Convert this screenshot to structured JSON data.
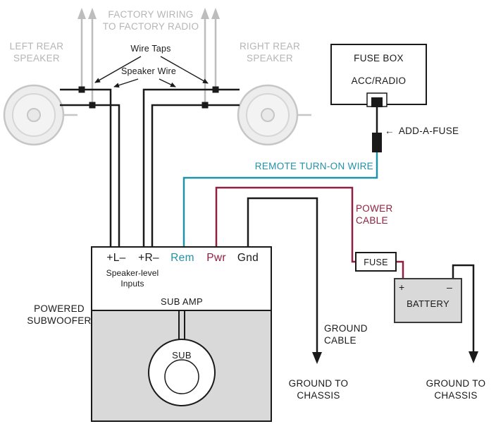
{
  "colors": {
    "factory_gray": "#b5b5b5",
    "wire_black": "#1a1a1a",
    "remote_teal": "#2192a8",
    "power_maroon": "#8e2041",
    "enclosure_gray": "#d9d9d9"
  },
  "factory": {
    "line1": "FACTORY WIRING",
    "line2": "TO FACTORY RADIO"
  },
  "speakers": {
    "left": {
      "line1": "LEFT REAR",
      "line2": "SPEAKER"
    },
    "right": {
      "line1": "RIGHT REAR",
      "line2": "SPEAKER"
    }
  },
  "callouts": {
    "wire_taps": "Wire Taps",
    "speaker_wire": "Speaker Wire",
    "add_a_fuse": "ADD-A-FUSE",
    "remote_turn_on": "REMOTE TURN-ON WIRE",
    "power_cable": {
      "line1": "POWER",
      "line2": "CABLE"
    },
    "ground_cable": {
      "line1": "GROUND",
      "line2": "CABLE"
    },
    "ground_chassis_amp": {
      "line1": "GROUND TO",
      "line2": "CHASSIS"
    },
    "ground_chassis_battery": {
      "line1": "GROUND TO",
      "line2": "CHASSIS"
    },
    "powered_subwoofer": {
      "line1": "POWERED",
      "line2": "SUBWOOFER"
    }
  },
  "fuse_box": {
    "title": "FUSE BOX",
    "circuit": "ACC/RADIO"
  },
  "inline_fuse": {
    "label": "FUSE"
  },
  "battery": {
    "label": "BATTERY",
    "plus": "+",
    "minus": "–"
  },
  "amp": {
    "terminals": [
      {
        "label": "+L–"
      },
      {
        "label": "+R–"
      },
      {
        "label": "Rem"
      },
      {
        "label": "Pwr"
      },
      {
        "label": "Gnd"
      }
    ],
    "inputs_line1": "Speaker-level",
    "inputs_line2": "Inputs",
    "name": "SUB AMP",
    "sub": "SUB"
  },
  "icons": {
    "left_arrow": "←"
  }
}
